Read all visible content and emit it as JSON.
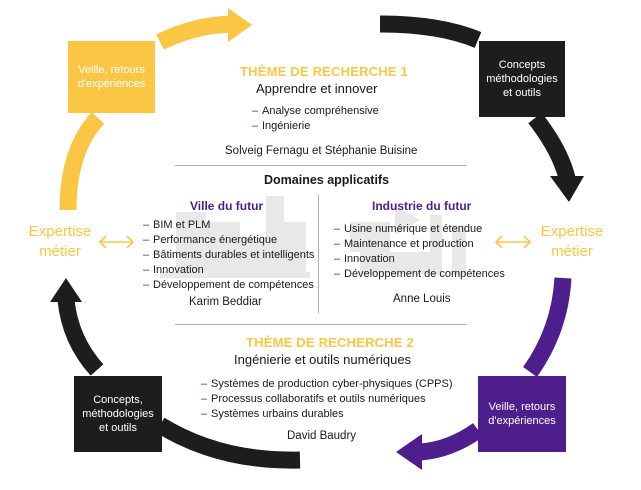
{
  "theme1": {
    "title": "THÈME DE RECHERCHE 1",
    "subtitle": "Apprendre et innover",
    "items": [
      "Analyse compréhensive",
      "Ingénierie"
    ],
    "authors": "Solveig Fernagu et Stéphanie Buisine"
  },
  "domains": {
    "title": "Domaines applicatifs",
    "left": {
      "title": "Ville du futur",
      "items": [
        "BIM et PLM",
        "Performance énergétique",
        "Bâtiments durables et intelligents",
        "Innovation",
        "Développement de compétences"
      ],
      "author": "Karim Beddiar"
    },
    "right": {
      "title": "Industrie du futur",
      "items": [
        "Usine numérique et étendue",
        "Maintenance et production",
        "Innovation",
        "Développement de compétences"
      ],
      "author": "Anne Louis"
    }
  },
  "theme2": {
    "title": "THÈME DE RECHERCHE 2",
    "subtitle": "Ingénierie et outils numériques",
    "items": [
      "Systèmes de production cyber-physiques (CPPS)",
      "Processus collaboratifs et outils numériques",
      "Systèmes urbains durables"
    ],
    "authors": "David Baudry"
  },
  "corners": {
    "top_left": "Veille, retours d'expériences",
    "top_right": "Concepts méthodologies et outils",
    "bottom_left": "Concepts, méthodologies et outils",
    "bottom_right": "Veille, retours d'expériences"
  },
  "expertise": {
    "left_line1": "Expertise",
    "left_line2": "métier",
    "right_line1": "Expertise",
    "right_line2": "métier"
  },
  "colors": {
    "yellow": "#fcc645",
    "black": "#1d1d1b",
    "purple": "#4e1f8c"
  }
}
